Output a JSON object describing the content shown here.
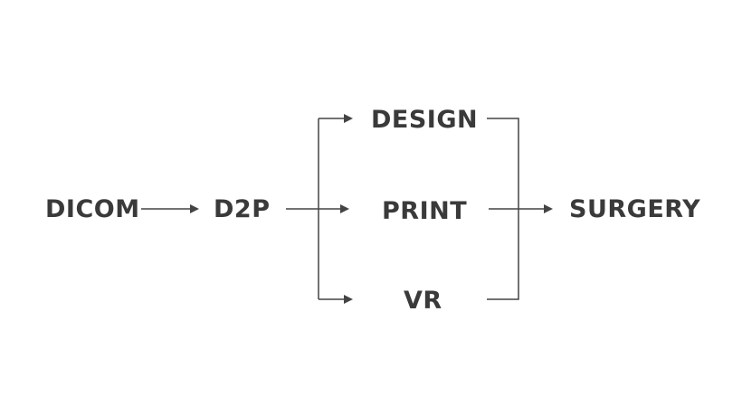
{
  "diagram": {
    "nodes": {
      "dicom": "DICOM",
      "d2p": "D2P",
      "design": "DESIGN",
      "print": "PRINT",
      "vr": "VR",
      "surgery": "SURGERY"
    },
    "colors": {
      "text": "#3a3a3a",
      "line": "#444444",
      "background": "#ffffff"
    }
  }
}
